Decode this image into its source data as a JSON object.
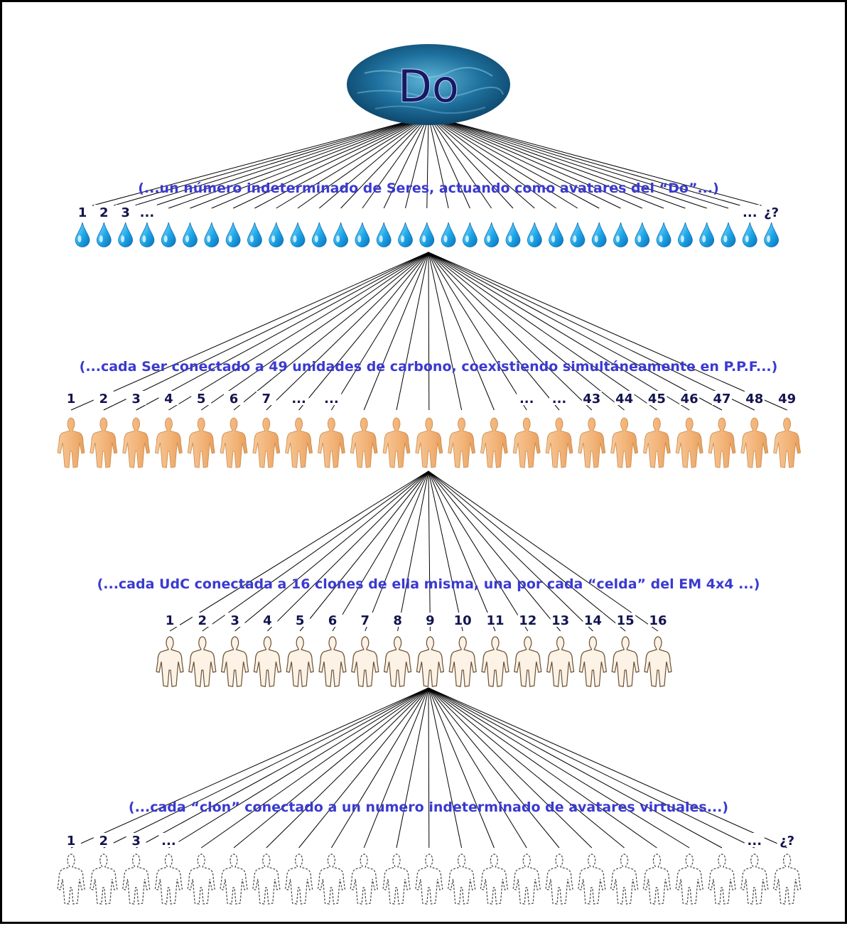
{
  "root": {
    "label": "Do"
  },
  "levels": [
    {
      "id": "drops",
      "caption": "(...un número indeterminado de Seres, actuando como avatares del “Do”...)",
      "count": 33,
      "labels": [
        "1",
        "2",
        "3",
        "...",
        "",
        "",
        "",
        "",
        "",
        "",
        "",
        "",
        "",
        "",
        "",
        "",
        "",
        "",
        "",
        "",
        "",
        "",
        "",
        "",
        "",
        "",
        "",
        "",
        "",
        "",
        "",
        "...",
        "¿?"
      ],
      "icon": "water-drop-icon"
    },
    {
      "id": "carbon-units",
      "caption": "(...cada Ser conectado a 49 unidades de carbono, coexistiendo simultáneamente en P.P.F...)",
      "count": 23,
      "labels": [
        "1",
        "2",
        "3",
        "4",
        "5",
        "6",
        "7",
        "...",
        "...",
        "",
        "",
        "",
        "",
        "",
        "...",
        "...",
        "43",
        "44",
        "45",
        "46",
        "47",
        "48",
        "49"
      ],
      "icon": "human-figure-icon"
    },
    {
      "id": "clones",
      "caption": "(...cada UdC conectada a 16 clones de ella misma, una por cada “celda” del EM 4x4 ...)",
      "count": 16,
      "labels": [
        "1",
        "2",
        "3",
        "4",
        "5",
        "6",
        "7",
        "8",
        "9",
        "10",
        "11",
        "12",
        "13",
        "14",
        "15",
        "16"
      ],
      "icon": "human-outline-icon"
    },
    {
      "id": "virtual-avatars",
      "caption": "(...cada “clon” conectado a un numero indeterminado de avatares virtuales...)",
      "count": 23,
      "labels": [
        "1",
        "2",
        "3",
        "...",
        "",
        "",
        "",
        "",
        "",
        "",
        "",
        "",
        "",
        "",
        "",
        "",
        "",
        "",
        "",
        "",
        "",
        "...",
        "¿?"
      ],
      "icon": "dashed-human-icon"
    }
  ],
  "colors": {
    "caption": "#3a3ad0",
    "number": "#141450",
    "drop": "#1ea7e8",
    "skin": "#f4b87a",
    "clone_fill": "#fdf2e6",
    "clone_stroke": "#6a5030",
    "virtual_stroke": "#444444"
  }
}
